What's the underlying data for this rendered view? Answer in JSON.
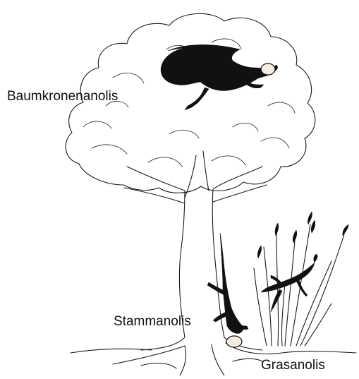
{
  "labels": {
    "crown": "Baumkronenanolis",
    "trunk": "Stammanolis",
    "grass": "Grasanolis"
  },
  "colors": {
    "line": "#1a1a1a",
    "lizard": "#111111",
    "egg": "#f4ece0",
    "background": "#ffffff"
  }
}
